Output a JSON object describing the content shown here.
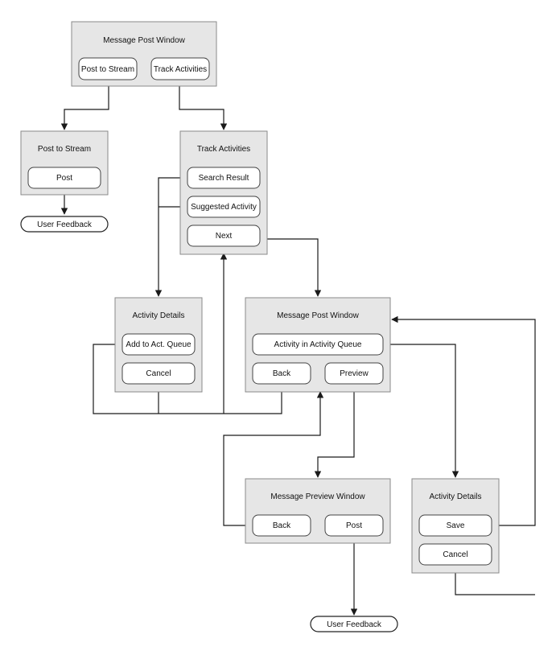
{
  "windows": {
    "message_post_top": {
      "title": "Message Post Window",
      "buttons": [
        "Post to Stream",
        "Track Activities"
      ]
    },
    "post_to_stream": {
      "title": "Post to Stream",
      "buttons": [
        "Post"
      ]
    },
    "track_activities": {
      "title": "Track Activities",
      "buttons": [
        "Search Result",
        "Suggested Activity",
        "Next"
      ]
    },
    "activity_details_left": {
      "title": "Activity Details",
      "buttons": [
        "Add to Act. Queue",
        "Cancel"
      ]
    },
    "message_post_mid": {
      "title": "Message Post Window",
      "buttons": [
        "Activity in Activity Queue",
        "Back",
        "Preview"
      ]
    },
    "message_preview": {
      "title": "Message Preview Window",
      "buttons": [
        "Back",
        "Post"
      ]
    },
    "activity_details_right": {
      "title": "Activity Details",
      "buttons": [
        "Save",
        "Cancel"
      ]
    }
  },
  "terminals": {
    "feedback_left": "User Feedback",
    "feedback_bottom": "User Feedback"
  },
  "colors": {
    "window_fill": "#e6e6e6",
    "window_border": "#8a8a8a",
    "button_fill": "#ffffff",
    "connector": "#1a1a1a"
  }
}
